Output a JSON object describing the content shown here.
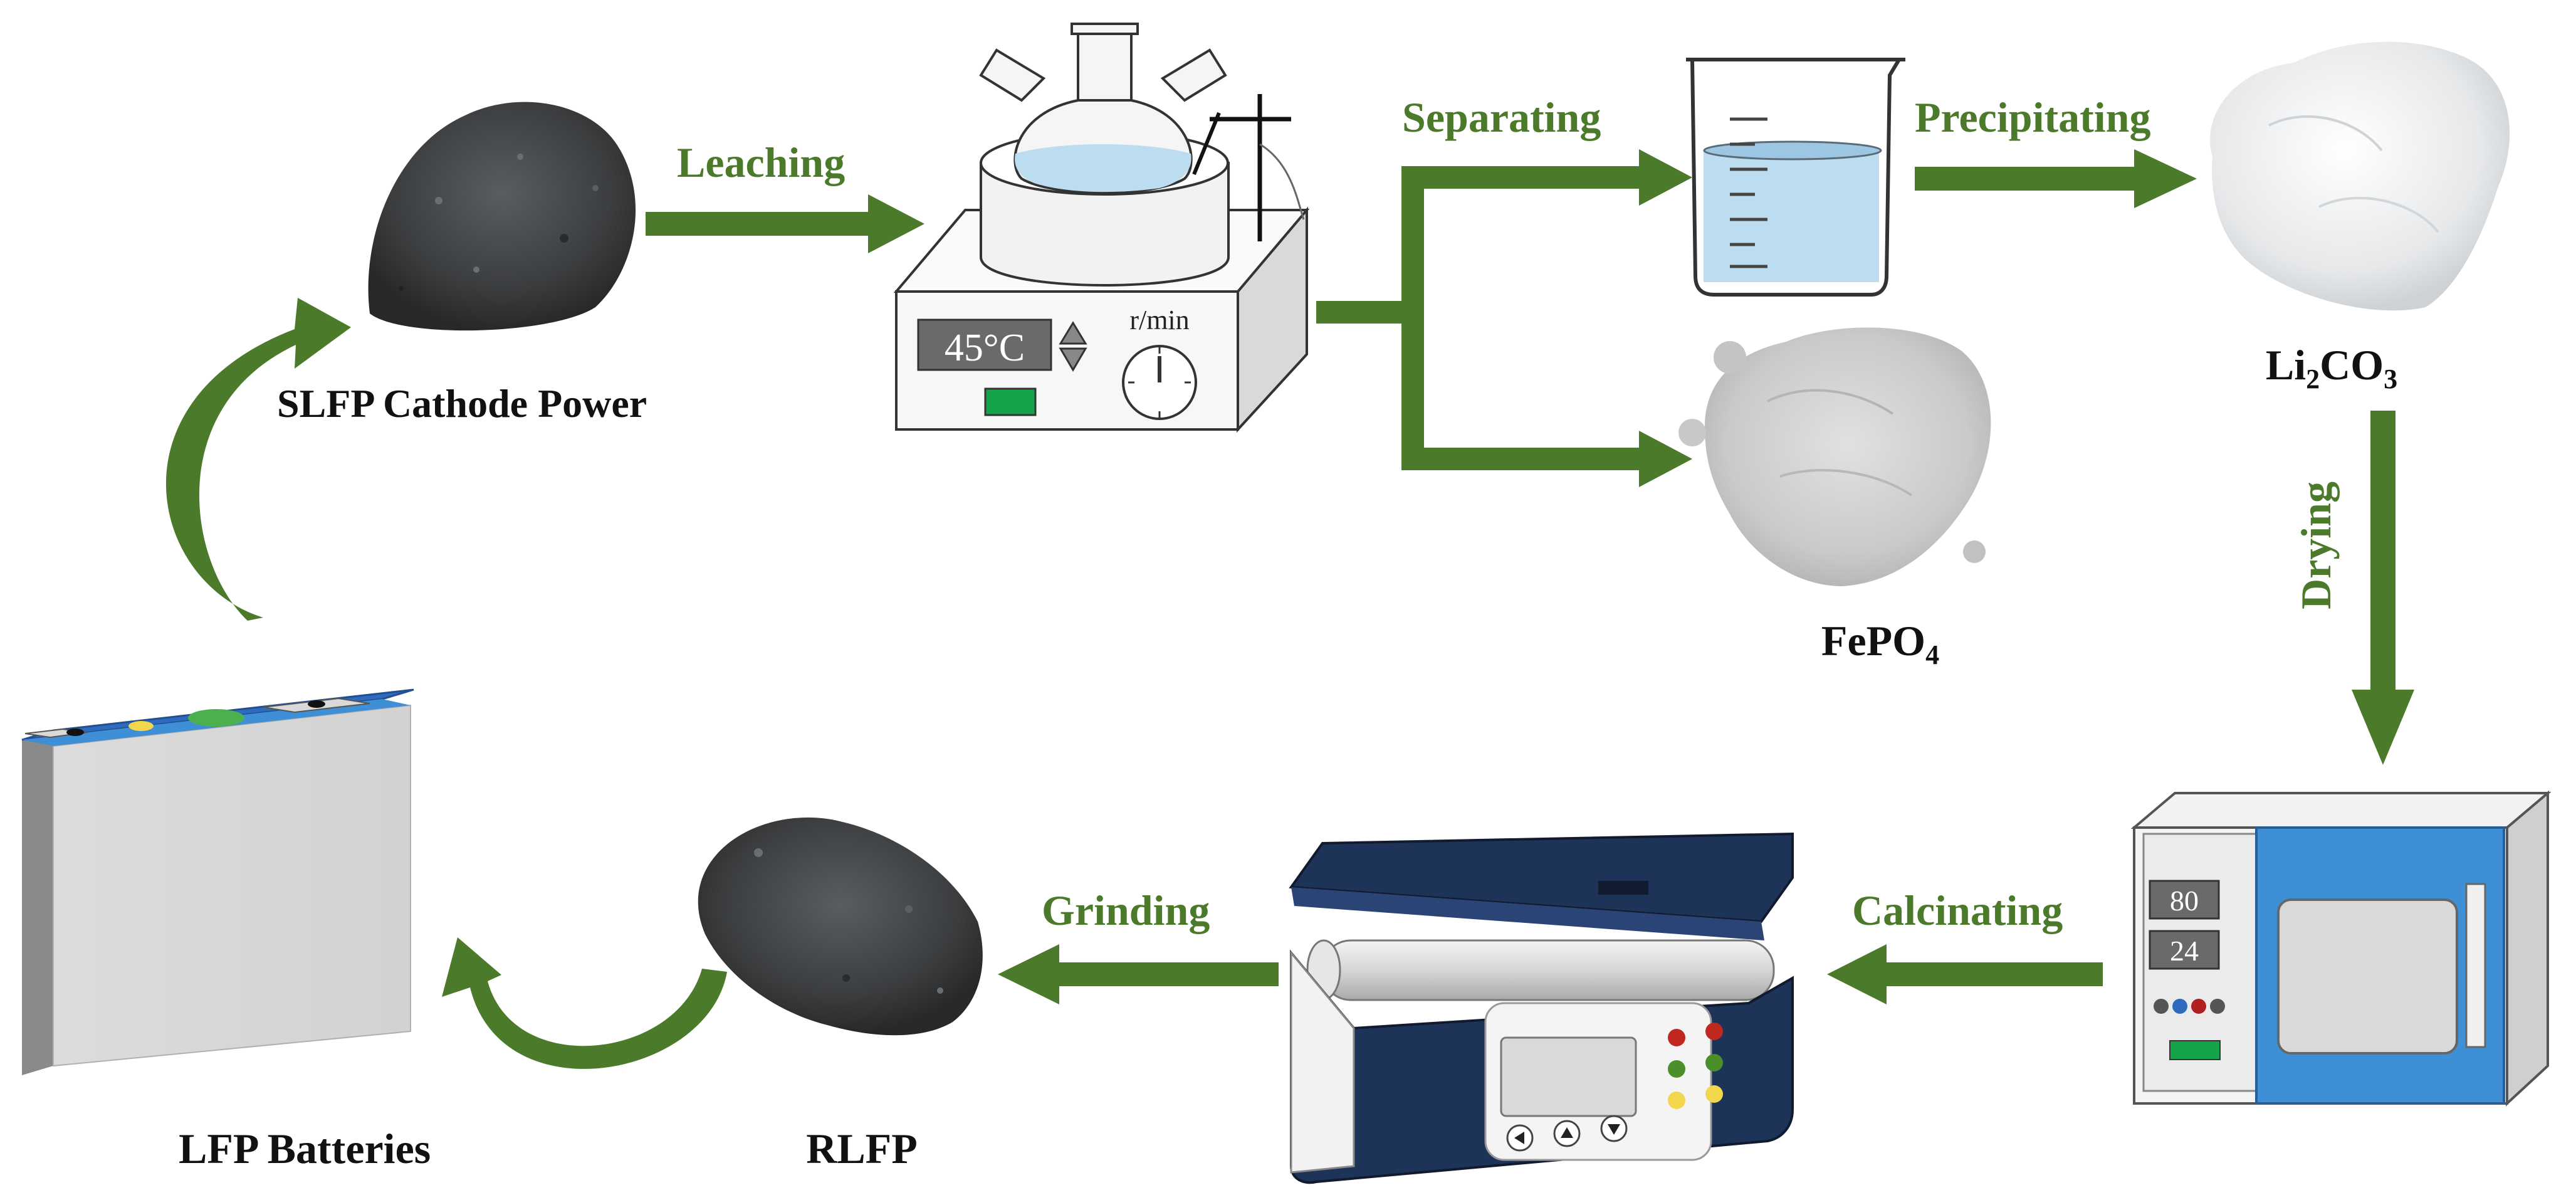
{
  "colors": {
    "arrow": "#4a7a2a",
    "label": "#111111",
    "powder_dark": "#3a3c3e",
    "powder_light": "#e6e8ea",
    "powder_gray": "#c8cacb",
    "navy": "#1e3358",
    "oven_blue": "#3f8fd6",
    "liquid": "#bcdcf0",
    "display_green": "#16a34a"
  },
  "materials": {
    "slfp": "SLFP Cathode Power",
    "li2co3": {
      "base1": "Li",
      "sub1": "2",
      "base2": "CO",
      "sub2": "3"
    },
    "fepo4": {
      "base": "FePO",
      "sub": "4"
    },
    "rlfp": "RLFP",
    "lfp_batteries": "LFP Batteries"
  },
  "steps": {
    "leaching": "Leaching",
    "separating": "Separating",
    "precipitating": "Precipitating",
    "drying": "Drying",
    "calcinating": "Calcinating",
    "grinding": "Grinding"
  },
  "equipment": {
    "stirrer": {
      "temperature": "45°C",
      "speed_unit": "r/min"
    },
    "oven": {
      "display_1": "80",
      "display_2": "24"
    }
  },
  "icons": [
    "powder-pile-icon",
    "hotplate-stirrer-icon",
    "round-bottom-flask-icon",
    "beaker-icon",
    "drying-oven-icon",
    "tube-furnace-icon",
    "battery-cell-icon"
  ]
}
